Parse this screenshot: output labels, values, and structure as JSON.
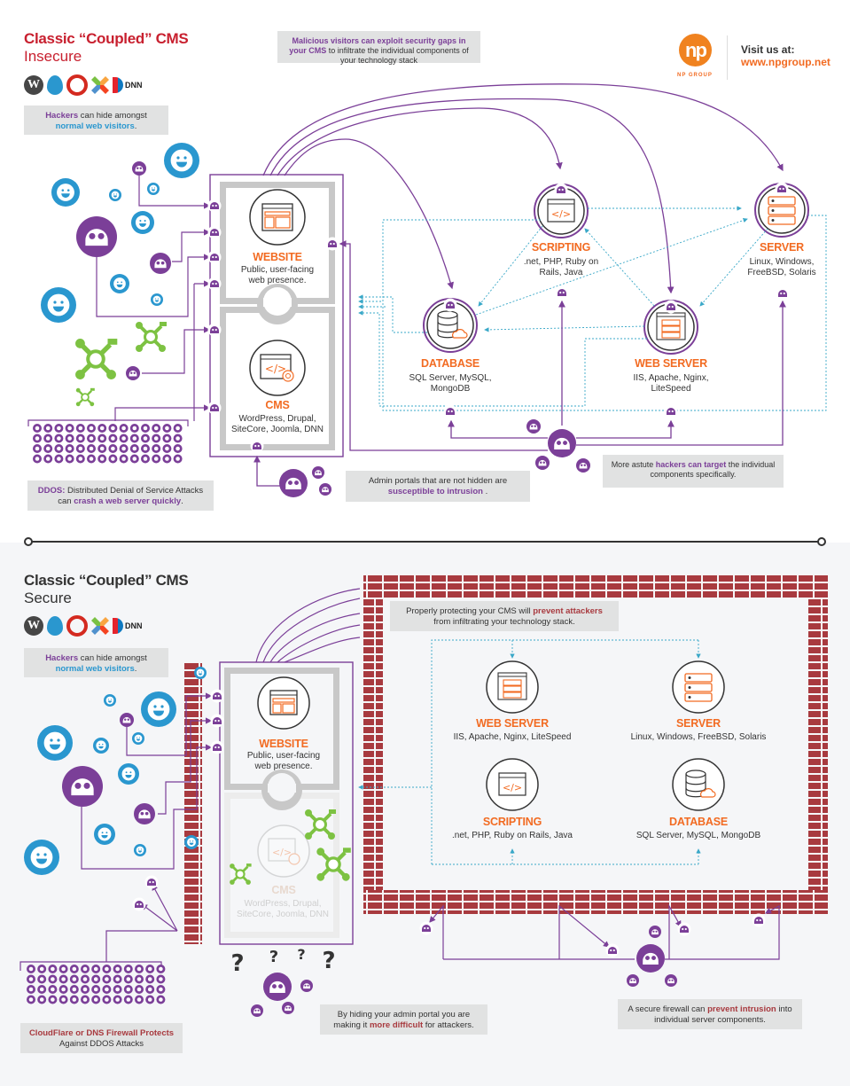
{
  "colors": {
    "insecure_title": "#c8202f",
    "secure_title": "#333333",
    "hacker_purple": "#7b3f98",
    "visitor_blue": "#2a97cf",
    "tool_green": "#7dc242",
    "accent_orange": "#f26b22",
    "brick_red": "#a83a3f",
    "connector_teal": "#3aa8c8",
    "callout_gray": "#e1e2e2"
  },
  "brand": {
    "logo_text": "np",
    "logo_caption": "NP GROUP",
    "visit_label": "Visit us at:",
    "url": "www.npgroup.net"
  },
  "cms_logos": [
    "wordpress-icon",
    "drupal-icon",
    "sitecore-icon",
    "joomla-icon",
    "dnn-icon"
  ],
  "dnn_label": "DNN",
  "insecure": {
    "title": "Classic “Coupled” CMS",
    "subtitle": "Insecure",
    "callout_top": {
      "highlight": "Malicious visitors can exploit security gaps in your CMS",
      "rest": " to infiltrate the individual components of your technology stack"
    },
    "callout_hackers": {
      "part1": "Hackers",
      "part2": " can hide amongst",
      "part3": "normal web visitors",
      "part4": "."
    },
    "callout_ddos": {
      "part1": "DDOS:",
      "part2": " Distributed Denial of Service Attacks can ",
      "part3": "crash a web server quickly",
      "part4": "."
    },
    "callout_admin": {
      "part1": "Admin portals that are not hidden are",
      "part2": "susceptible to intrusion",
      "part3": " ."
    },
    "callout_astute": {
      "part1": "More astute ",
      "part2": "hackers can target",
      "part3": " the individual components specifically."
    },
    "website": {
      "title": "WEBSITE",
      "desc": "Public, user-facing web presence."
    },
    "cms": {
      "title": "CMS",
      "desc": "WordPress, Drupal, SiteCore, Joomla, DNN"
    },
    "scripting": {
      "title": "SCRIPTING",
      "desc": ".net, PHP, Ruby on Rails, Java"
    },
    "server": {
      "title": "SERVER",
      "desc": "Linux, Windows, FreeBSD, Solaris"
    },
    "database": {
      "title": "DATABASE",
      "desc": "SQL Server, MySQL, MongoDB"
    },
    "webserver": {
      "title": "WEB SERVER",
      "desc": "IIS, Apache, Nginx, LiteSpeed"
    },
    "ddos_grid": {
      "rows": 4,
      "cols": 14
    }
  },
  "secure": {
    "title": "Classic “Coupled” CMS",
    "subtitle": "Secure",
    "callout_hackers": {
      "part1": "Hackers",
      "part2": " can hide amongst",
      "part3": "normal web visitors",
      "part4": "."
    },
    "callout_protect": {
      "part1": "Properly protecting your CMS will ",
      "part2": "prevent attackers",
      "part3": " from infiltrating your technology stack."
    },
    "callout_cloudflare": {
      "part1": "CloudFlare or DNS Firewall Protects",
      "part2": "Against DDOS Attacks"
    },
    "callout_hiding": {
      "part1": "By hiding your admin portal you are making it ",
      "part2": "more difficult",
      "part3": " for attackers."
    },
    "callout_firewall": {
      "part1": "A secure firewall can ",
      "part2": "prevent intrusion",
      "part3": " into individual server components."
    },
    "website": {
      "title": "WEBSITE",
      "desc": "Public, user-facing web presence."
    },
    "cms": {
      "title": "CMS",
      "desc": "WordPress, Drupal, SiteCore, Joomla, DNN"
    },
    "webserver": {
      "title": "WEB SERVER",
      "desc": "IIS, Apache, Nginx, LiteSpeed"
    },
    "server": {
      "title": "SERVER",
      "desc": "Linux, Windows, FreeBSD, Solaris"
    },
    "scripting": {
      "title": "SCRIPTING",
      "desc": ".net, PHP, Ruby on Rails, Java"
    },
    "database": {
      "title": "DATABASE",
      "desc": "SQL Server, MySQL, MongoDB"
    },
    "ddos_grid": {
      "rows": 4,
      "cols": 13
    }
  }
}
